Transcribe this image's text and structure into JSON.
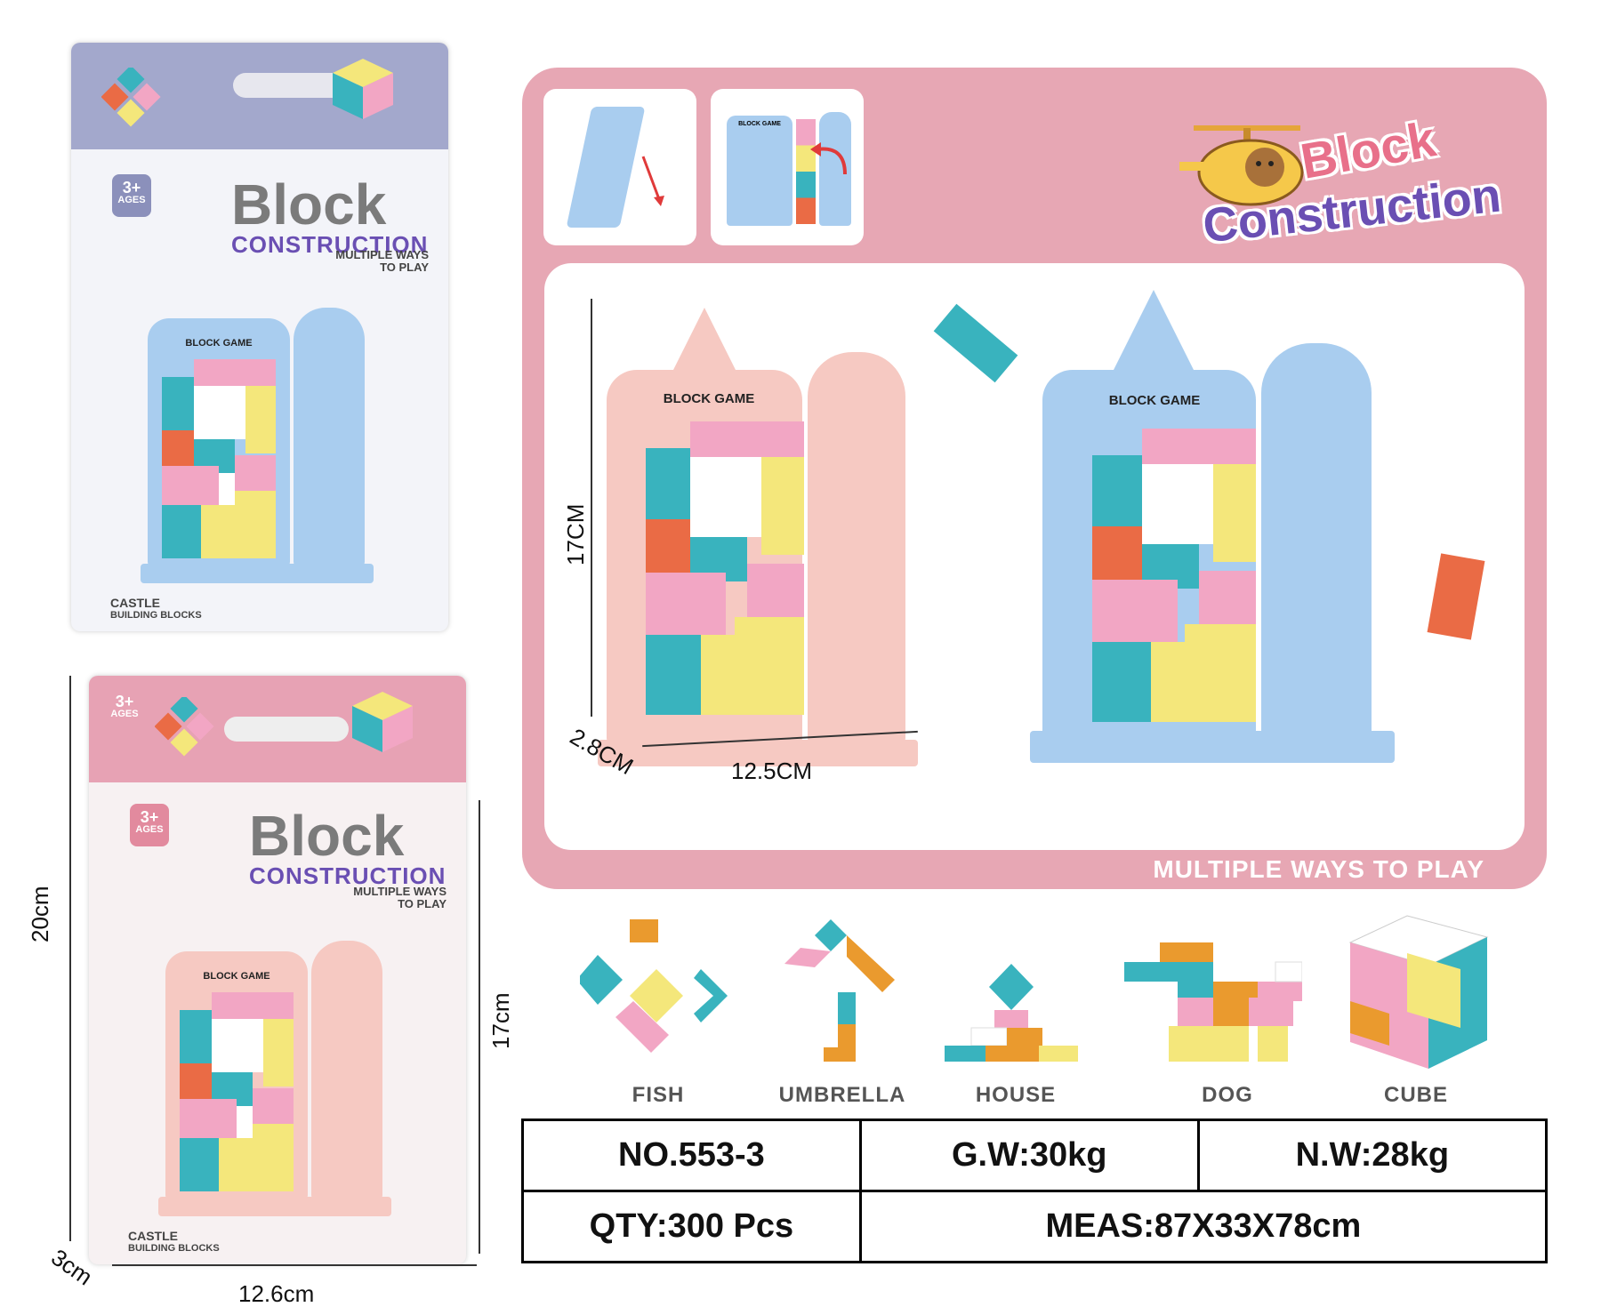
{
  "box_blue": {
    "brand_top": "Block",
    "brand_bottom": "CONSTRUCTION",
    "tagline_1": "MULTIPLE WAYS",
    "tagline_2": "TO PLAY",
    "age_main": "3+",
    "age_sub": "AGES",
    "plate": "BLOCK GAME",
    "caption_1": "CASTLE",
    "caption_2": "BUILDING BLOCKS"
  },
  "box_pink": {
    "age_top_main": "3+",
    "age_top_sub": "AGES",
    "brand_top": "Block",
    "brand_bottom": "CONSTRUCTION",
    "tagline_1": "MULTIPLE WAYS",
    "tagline_2": "TO PLAY",
    "age_main": "3+",
    "age_sub": "AGES",
    "plate": "BLOCK GAME",
    "caption_1": "CASTLE",
    "caption_2": "BUILDING BLOCKS"
  },
  "box_dims": {
    "height": "20cm",
    "depth": "3cm",
    "width": "12.6cm",
    "inner_height": "17cm"
  },
  "panel": {
    "logo_1": "Block",
    "logo_2": "Construction",
    "thumb_plate": "BLOCK GAME",
    "pink_plate": "BLOCK GAME",
    "blue_plate": "BLOCK GAME",
    "dim_height": "17CM",
    "dim_depth": "2.8CM",
    "dim_width": "12.5CM",
    "footer": "MULTIPLE WAYS TO PLAY"
  },
  "shapes": [
    "FISH",
    "UMBRELLA",
    "HOUSE",
    "DOG",
    "CUBE"
  ],
  "spec": {
    "no": "NO.553-3",
    "gw": "G.W:30kg",
    "nw": "N.W:28kg",
    "qty": "QTY:300 Pcs",
    "meas": "MEAS:87X33X78cm"
  },
  "colors": {
    "blue": "#a9cdef",
    "pink": "#f6c9c2",
    "panel_pink": "#e7a7b4",
    "teal": "#39b3be",
    "orange": "#ea6b45",
    "yellow": "#f4e77b",
    "rose": "#f2a6c4"
  }
}
